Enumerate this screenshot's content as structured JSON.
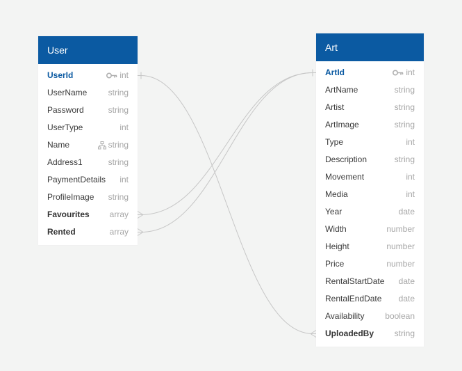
{
  "tables": {
    "user": {
      "title": "User",
      "fields": [
        {
          "name": "UserId",
          "type": "int",
          "pk": true,
          "icon": "key-icon"
        },
        {
          "name": "UserName",
          "type": "string"
        },
        {
          "name": "Password",
          "type": "string"
        },
        {
          "name": "UserType",
          "type": "int"
        },
        {
          "name": "Name",
          "type": "string",
          "icon": "hierarchy-icon"
        },
        {
          "name": "Address1",
          "type": "string"
        },
        {
          "name": "PaymentDetails",
          "type": "int"
        },
        {
          "name": "ProfileImage",
          "type": "string"
        },
        {
          "name": "Favourites",
          "type": "array",
          "bold": true
        },
        {
          "name": "Rented",
          "type": "array",
          "bold": true
        }
      ]
    },
    "art": {
      "title": "Art",
      "fields": [
        {
          "name": "ArtId",
          "type": "int",
          "pk": true,
          "icon": "key-icon"
        },
        {
          "name": "ArtName",
          "type": "string"
        },
        {
          "name": "Artist",
          "type": "string"
        },
        {
          "name": "ArtImage",
          "type": "string"
        },
        {
          "name": "Type",
          "type": "int"
        },
        {
          "name": "Description",
          "type": "string"
        },
        {
          "name": "Movement",
          "type": "int"
        },
        {
          "name": "Media",
          "type": "int"
        },
        {
          "name": "Year",
          "type": "date"
        },
        {
          "name": "Width",
          "type": "number"
        },
        {
          "name": "Height",
          "type": "number"
        },
        {
          "name": "Price",
          "type": "number"
        },
        {
          "name": "RentalStartDate",
          "type": "date"
        },
        {
          "name": "RentalEndDate",
          "type": "date"
        },
        {
          "name": "Availability",
          "type": "boolean"
        },
        {
          "name": "UploadedBy",
          "type": "string",
          "bold": true
        }
      ]
    }
  },
  "relationships": [
    {
      "from": "User.UserId",
      "to": "Art.UploadedBy",
      "from_end": "one",
      "to_end": "many"
    },
    {
      "from": "User.Favourites",
      "to": "Art.ArtId",
      "from_end": "many",
      "to_end": "one"
    },
    {
      "from": "User.Rented",
      "to": "Art.ArtId",
      "from_end": "many",
      "to_end": "one"
    }
  ],
  "colors": {
    "header_bg": "#0b5aa2",
    "pk_text": "#0b5aa2",
    "type_text": "#a6a6a6",
    "link_line": "#c6c6c6",
    "canvas_bg": "#f3f4f3"
  }
}
